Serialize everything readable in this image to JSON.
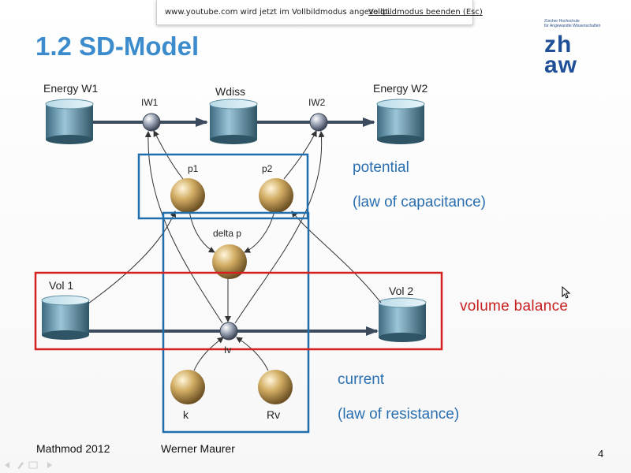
{
  "notice": {
    "message": "www.youtube.com wird jetzt im Vollbildmodus angezeigt.",
    "exit_label": "Vollbildmodus beenden (Esc)"
  },
  "slide": {
    "title": "1.2 SD-Model",
    "logo": {
      "small_text": "Zürcher Hochschule\nfür Angewandte Wissenschaften",
      "big_text": "zh\naw"
    },
    "labels": {
      "energy_w1": "Energy W1",
      "iw1": "IW1",
      "wdiss": "Wdiss",
      "iw2": "IW2",
      "energy_w2": "Energy W2",
      "p1": "p1",
      "p2": "p2",
      "delta_p": "delta p",
      "vol1": "Vol 1",
      "vol2": "Vol 2",
      "iv": "Iv",
      "k": "k",
      "rv": "Rv"
    },
    "annotations": {
      "potential": "potential",
      "law_capacitance": "(law of capacitance)",
      "volume_balance": "volume  balance",
      "current": "current",
      "law_resistance": "(law of resistance)"
    },
    "footer": {
      "left": "Mathmod  2012",
      "author": "Werner Maurer",
      "page": "4"
    },
    "colors": {
      "title": "#3c8ccd",
      "blue_box": "#1f6fae",
      "red_box": "#d42020",
      "sphere": "#c9a45a"
    }
  }
}
